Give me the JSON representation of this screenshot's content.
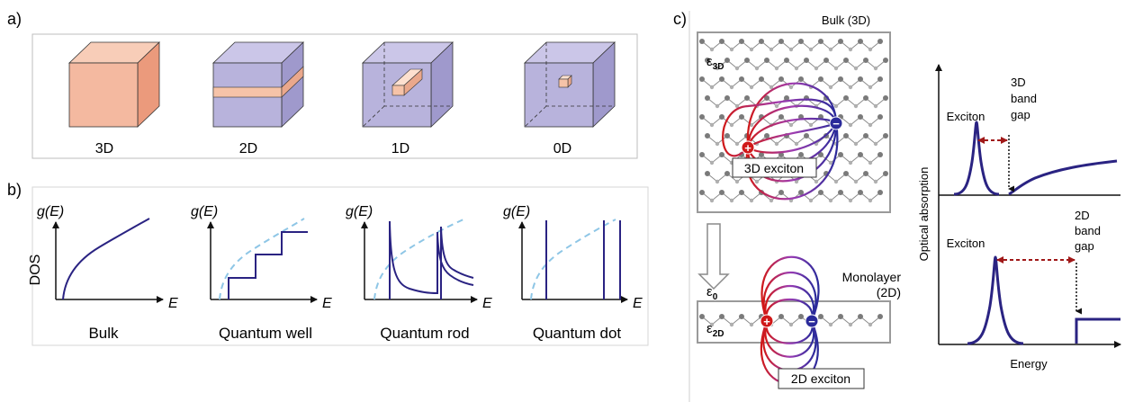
{
  "panel_a": {
    "label": "a)",
    "items": [
      {
        "caption": "3D"
      },
      {
        "caption": "2D"
      },
      {
        "caption": "1D"
      },
      {
        "caption": "0D"
      }
    ]
  },
  "panel_b": {
    "label": "b)",
    "y_axis_label": "DOS",
    "g_label": "g(",
    "g_label_var": "E",
    "g_label_close": ")",
    "x_label": "E",
    "plots": [
      {
        "caption": "Bulk"
      },
      {
        "caption": "Quantum well"
      },
      {
        "caption": "Quantum rod"
      },
      {
        "caption": "Quantum dot"
      }
    ]
  },
  "panel_c": {
    "label": "c)",
    "bulk_title": "Bulk (3D)",
    "eps_3d": "ε",
    "eps_3d_sub": "3D",
    "exciton_3d": "3D exciton",
    "eps_0": "ε",
    "eps_0_sub": "0",
    "monolayer_line1": "Monolayer",
    "monolayer_line2": "(2D)",
    "eps_2d": "ε",
    "eps_2d_sub": "2D",
    "exciton_2d": "2D exciton",
    "plus": "+",
    "minus": "−",
    "absorption": {
      "y_label": "Optical absorption",
      "x_label": "Energy",
      "top_exciton": "Exciton",
      "top_gap": [
        "3D",
        "band",
        "gap"
      ],
      "bottom_exciton": "Exciton",
      "bottom_gap": [
        "2D",
        "band",
        "gap"
      ]
    }
  },
  "colors": {
    "cube_3d": "#f4b9a0",
    "cube_purple": "#b8b3dc",
    "slab": "#f6c3a8",
    "curve": "#2a2382",
    "dashed": "#8ec6e6",
    "arrow_red": "#a01818"
  }
}
